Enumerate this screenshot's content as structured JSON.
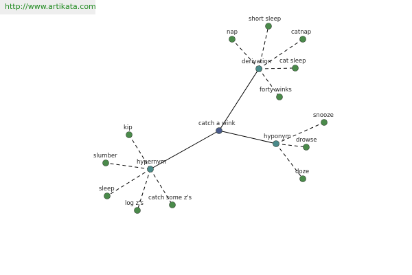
{
  "header": {
    "link_text": "http://www.artikata.com"
  },
  "colors": {
    "root_node": "#4a5a8a",
    "relation_node": "#4a8a8a",
    "leaf_node": "#4a8a4a",
    "edge": "#000000",
    "header_bg": "#eeeeee",
    "link": "#1f8a1f"
  },
  "graph": {
    "root": {
      "id": "root",
      "label": "catch a wink"
    },
    "relations": [
      {
        "id": "derivation",
        "label": "derivation",
        "terms": [
          {
            "id": "d1",
            "label": "nap"
          },
          {
            "id": "d2",
            "label": "short sleep"
          },
          {
            "id": "d3",
            "label": "catnap"
          },
          {
            "id": "d4",
            "label": "cat sleep"
          },
          {
            "id": "d5",
            "label": "forty winks"
          }
        ]
      },
      {
        "id": "hyponym",
        "label": "hyponym",
        "terms": [
          {
            "id": "h1",
            "label": "snooze"
          },
          {
            "id": "h2",
            "label": "drowse"
          },
          {
            "id": "h3",
            "label": "doze"
          }
        ]
      },
      {
        "id": "hypernym",
        "label": "hypernym",
        "terms": [
          {
            "id": "p1",
            "label": "kip"
          },
          {
            "id": "p2",
            "label": "slumber"
          },
          {
            "id": "p3",
            "label": "sleep"
          },
          {
            "id": "p4",
            "label": "log z's"
          },
          {
            "id": "p5",
            "label": "catch some z's"
          }
        ]
      }
    ]
  }
}
